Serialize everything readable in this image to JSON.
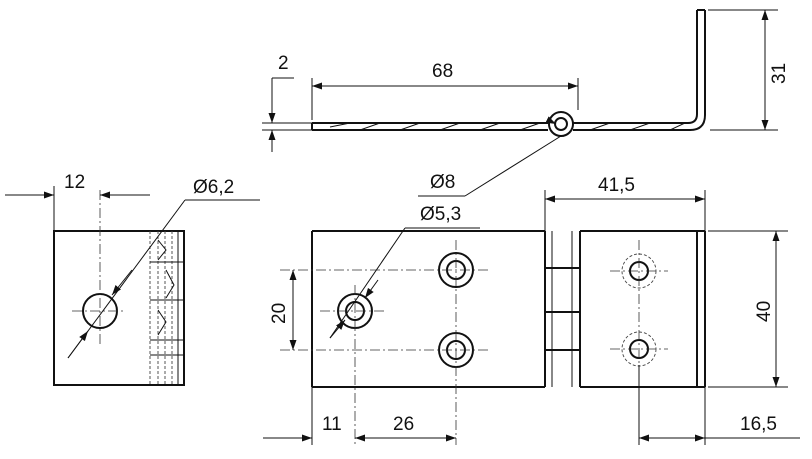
{
  "drawing": {
    "dimensions": {
      "thickness": "2",
      "leaf_length": "68",
      "height_bent": "31",
      "pin_diameter": "Ø8",
      "side_width": "12",
      "side_hole": "Ø6,2",
      "hole_diameter": "Ø5,3",
      "knuckle_leaf": "41,5",
      "hole_spacing_vertical": "20",
      "overall_height": "40",
      "edge_to_hole": "11",
      "hole_spacing_horizontal": "26",
      "right_offset": "16,5"
    }
  }
}
